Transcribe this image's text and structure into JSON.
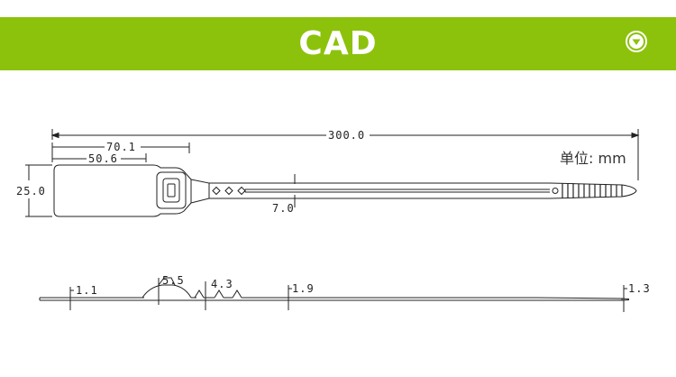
{
  "header": {
    "title": "CAD",
    "toggle_icon": "chevron-down-icon",
    "accent_color": "#8cc20b"
  },
  "drawing": {
    "unit_label": "单位: mm",
    "top_view_dims": {
      "overall_length": "300.0",
      "head_outer_length": "70.1",
      "head_length": "50.6",
      "head_width": "25.0",
      "strap_width": "7.0"
    },
    "side_view_dims": {
      "head_thickness": "1.1",
      "lock_height": "5.5",
      "ratchet_height": "4.3",
      "strap_thickness": "1.9",
      "tail_thickness": "1.3"
    }
  }
}
